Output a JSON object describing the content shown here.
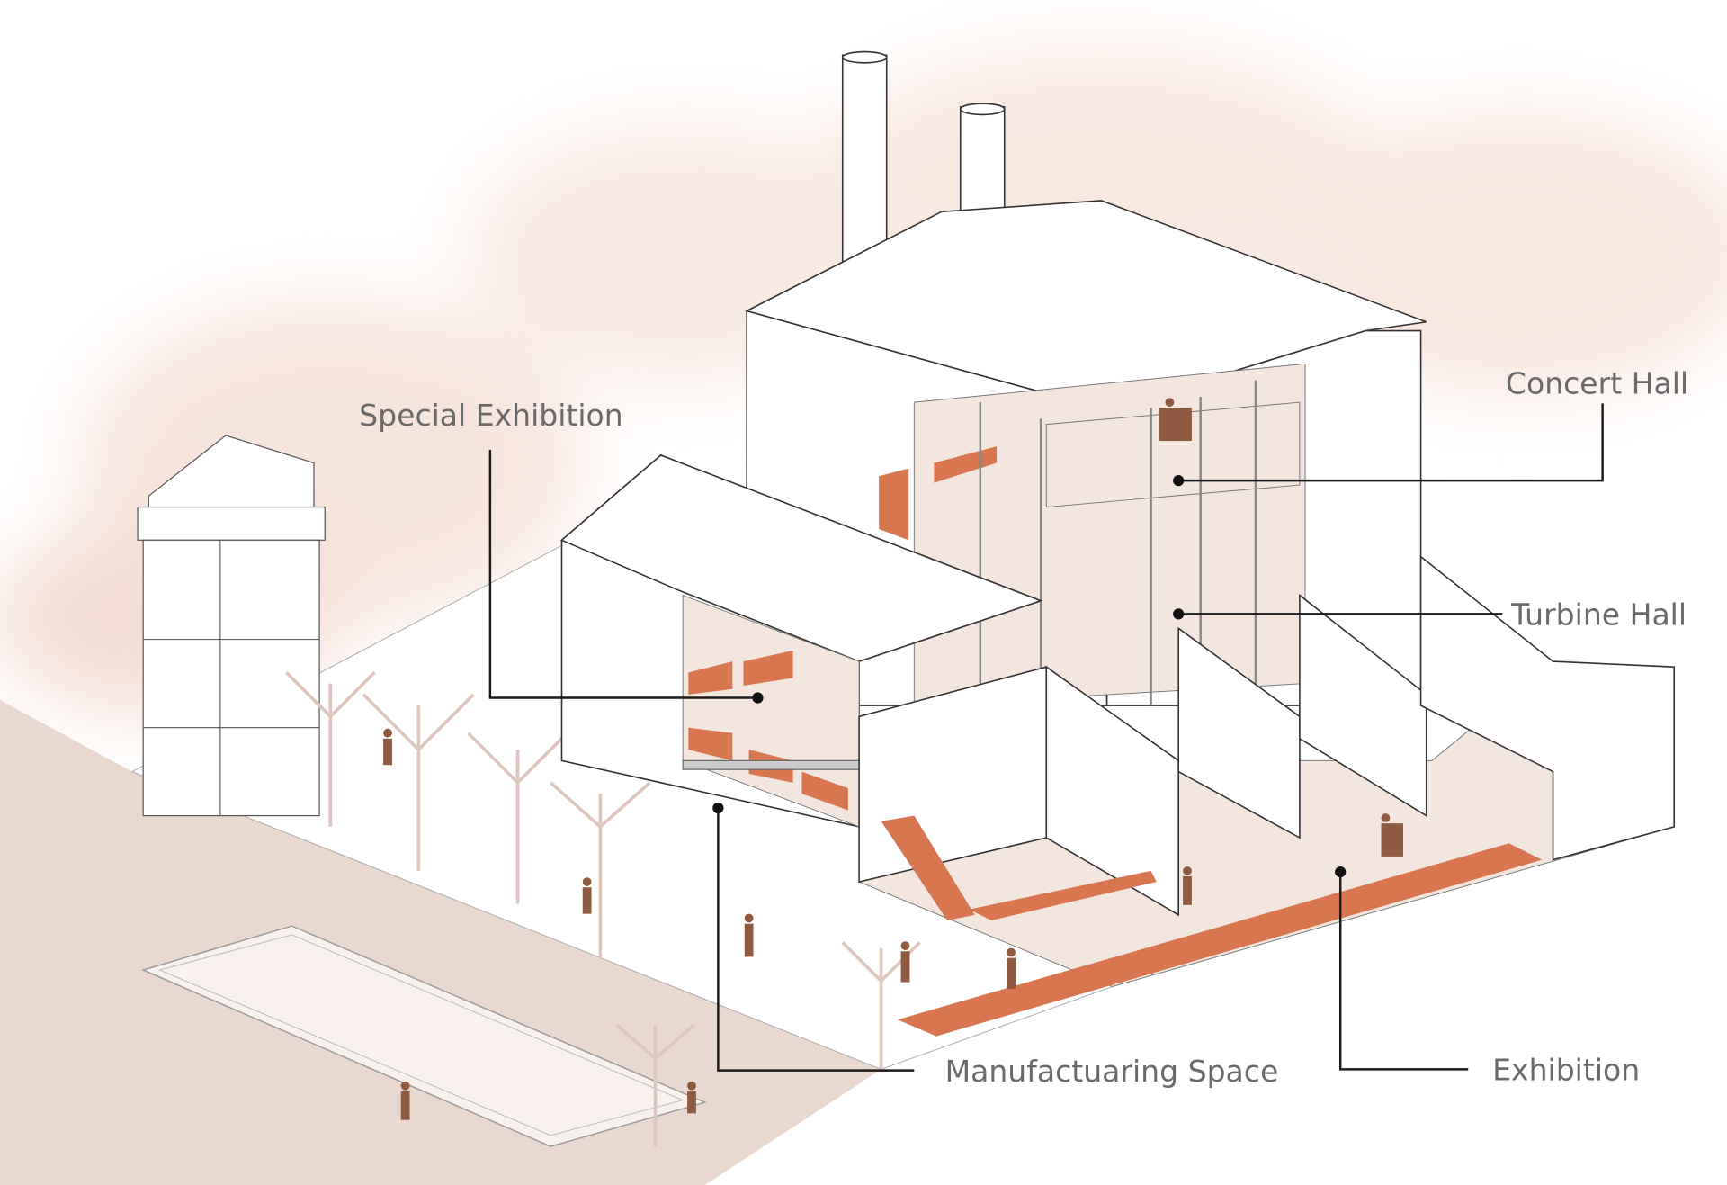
{
  "diagram": {
    "labels": {
      "special_exhibition": "Special Exhibition",
      "concert_hall": "Concert Hall",
      "turbine_hall": "Turbine Hall",
      "manufacturing_space": "Manufactuaring Space",
      "exhibition": "Exhibition"
    },
    "colors": {
      "accent_path": "#d7764f",
      "ground": "#e9d8cf",
      "watercolor": "#f4ddd2",
      "figures": "#8e5a40"
    }
  }
}
